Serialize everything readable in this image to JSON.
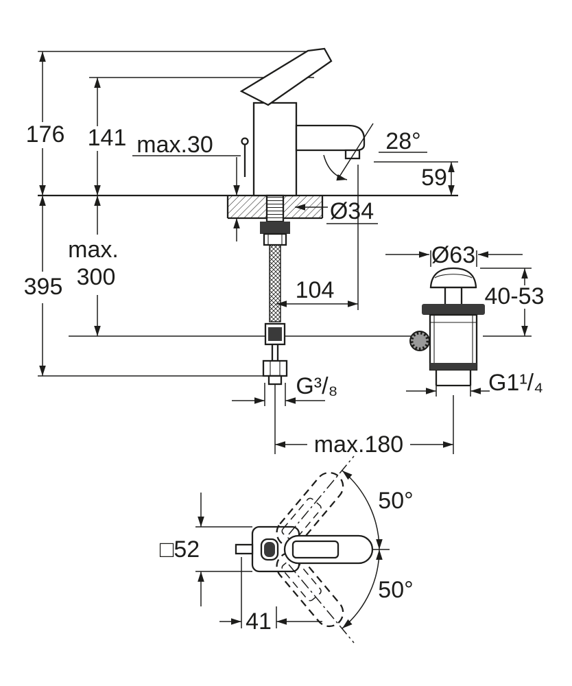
{
  "drawing": {
    "colors": {
      "background": "#ffffff",
      "line": "#1d1d1b",
      "dark_fill": "#3a3a3a",
      "mid_fill": "#9a9a9a"
    },
    "side_view": {
      "total_height": "176",
      "height_to_top": "141",
      "deck_thickness": "max.30",
      "spout_angle": "28°",
      "spout_to_deck": "59",
      "hole_diameter": "Ø34",
      "hose_max_label": "max.",
      "hose_max_value": "300",
      "below_deck_depth": "395",
      "spout_reach": "104",
      "waste_diameter": "Ø63",
      "waste_adjust_range": "40-53",
      "supply_thread": "G³/₈",
      "waste_thread": "G1¹/₄",
      "center_distance": "max.180"
    },
    "top_view": {
      "base_square": "□52",
      "swivel_angle_up": "50°",
      "swivel_angle_down": "50°",
      "handle_offset": "41"
    }
  }
}
